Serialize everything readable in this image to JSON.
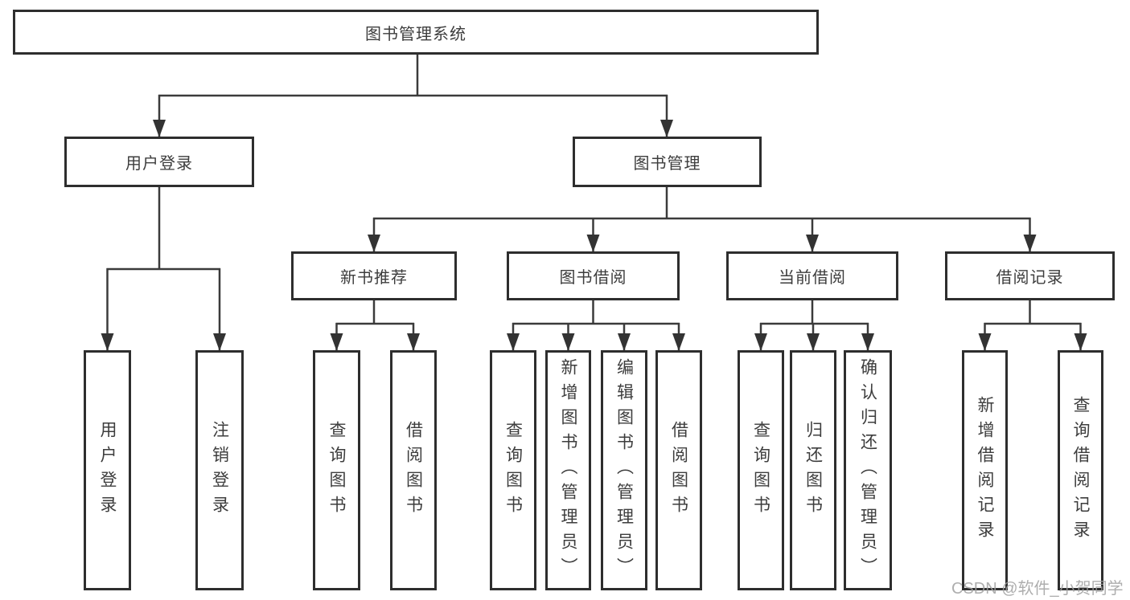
{
  "colors": {
    "background": "#ffffff",
    "box_border": "#2e2e2e",
    "connector_line": "#3b3b3b",
    "arrowhead": "#333333",
    "text": "#3d3d3d",
    "watermark": "#a0a0a0"
  },
  "tree": {
    "root": {
      "label": "图书管理系统"
    },
    "branches": [
      {
        "label": "用户登录",
        "children": [
          {
            "label": "用户登录"
          },
          {
            "label": "注销登录"
          }
        ]
      },
      {
        "label": "图书管理",
        "groups": [
          {
            "label": "新书推荐",
            "children": [
              {
                "label": "查询图书"
              },
              {
                "label": "借阅图书"
              }
            ]
          },
          {
            "label": "图书借阅",
            "children": [
              {
                "label": "查询图书"
              },
              {
                "label": "新增图书（管理员）"
              },
              {
                "label": "编辑图书（管理员）"
              },
              {
                "label": "借阅图书"
              }
            ]
          },
          {
            "label": "当前借阅",
            "children": [
              {
                "label": "查询图书"
              },
              {
                "label": "归还图书"
              },
              {
                "label": "确认归还（管理员）"
              }
            ]
          },
          {
            "label": "借阅记录",
            "children": [
              {
                "label": "新增借阅记录"
              },
              {
                "label": "查询借阅记录"
              }
            ]
          }
        ]
      }
    ]
  },
  "watermark": "CSDN @软件_小贺同学"
}
